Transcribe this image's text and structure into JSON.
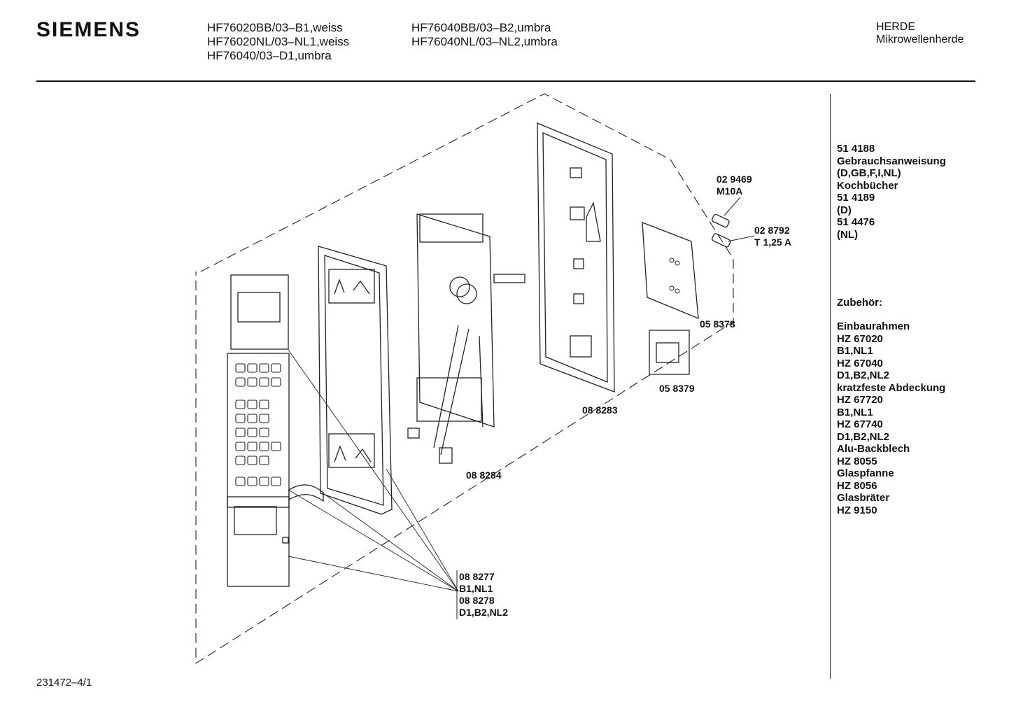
{
  "header": {
    "brand": "SIEMENS",
    "models_col1": [
      "HF76020BB/03–B1,weiss",
      "HF76020NL/03–NL1,weiss",
      "HF76040/03–D1,umbra"
    ],
    "models_col2": [
      "HF76040BB/03–B2,umbra",
      "HF76040NL/03–NL2,umbra"
    ],
    "category": "HERDE",
    "subcategory": "Mikrowellenherde"
  },
  "sidebar": {
    "manuals": [
      "51 4188",
      "Gebrauchsanweisung",
      "(D,GB,F,I,NL)",
      "Kochbücher",
      "51 4189",
      "(D)",
      "51 4476",
      "(NL)"
    ],
    "accessories_title": "Zubehör:",
    "accessories": [
      "Einbaurahmen",
      "HZ 67020",
      "B1,NL1",
      "HZ 67040",
      "D1,B2,NL2",
      "kratzfeste Abdeckung",
      "HZ 67720",
      "B1,NL1",
      "HZ 67740",
      "D1,B2,NL2",
      "Alu-Backblech",
      "HZ 8055",
      "Glaspfanne",
      "HZ 8056",
      "Glasbräter",
      "HZ 9150"
    ]
  },
  "parts": {
    "fuse_m10a": [
      "02 9469",
      "M10A"
    ],
    "fuse_t125a": [
      "02 8792",
      "T 1,25 A"
    ],
    "control_board": "05 8378",
    "transformer": "05 8379",
    "frame": "08 8283",
    "pcb": "08 8284",
    "front_panel": [
      "08 8277",
      "B1,NL1",
      "08 8278",
      "D1,B2,NL2"
    ]
  },
  "footer": {
    "drawing_number": "231472–4/1"
  }
}
